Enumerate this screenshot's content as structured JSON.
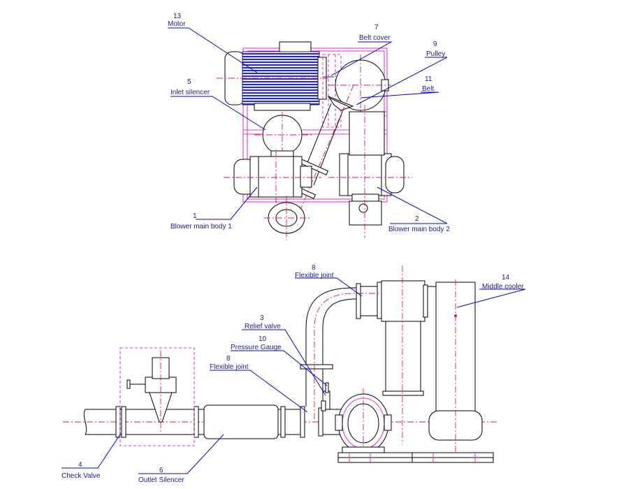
{
  "top_view": {
    "callouts": [
      {
        "id": "motor",
        "number": "13",
        "label": "Motor"
      },
      {
        "id": "inlet-silencer",
        "number": "5",
        "label": "Inlet silencer"
      },
      {
        "id": "belt-cover",
        "number": "7",
        "label": "Belt cover"
      },
      {
        "id": "pulley",
        "number": "9",
        "label": "Pulley"
      },
      {
        "id": "belt",
        "number": "11",
        "label": "Belt"
      },
      {
        "id": "blower-main-body-1",
        "number": "1",
        "label": "Blower main body 1"
      },
      {
        "id": "blower-main-body-2",
        "number": "2",
        "label": "Blower main body 2"
      }
    ]
  },
  "side_view": {
    "callouts": [
      {
        "id": "flexible-joint-top",
        "number": "8",
        "label": "Flexible joint"
      },
      {
        "id": "middle-cooler",
        "number": "14",
        "label": "Middle cooler"
      },
      {
        "id": "relief-valve",
        "number": "3",
        "label": "Relief valve"
      },
      {
        "id": "pressure-gauge",
        "number": "10",
        "label": "Pressure Gauge"
      },
      {
        "id": "flexible-joint-low",
        "number": "8",
        "label": "Flexible joint"
      },
      {
        "id": "check-valve",
        "number": "4",
        "label": "Check Valve"
      },
      {
        "id": "outlet-silencer",
        "number": "6",
        "label": "Outlet Silencer"
      }
    ]
  },
  "colors": {
    "leader": "#0000e6",
    "centerline": "#e0193f",
    "frame": "#e03cc8",
    "label_text": "#1a1a8c",
    "motor_fill": "#2b2fa8"
  }
}
